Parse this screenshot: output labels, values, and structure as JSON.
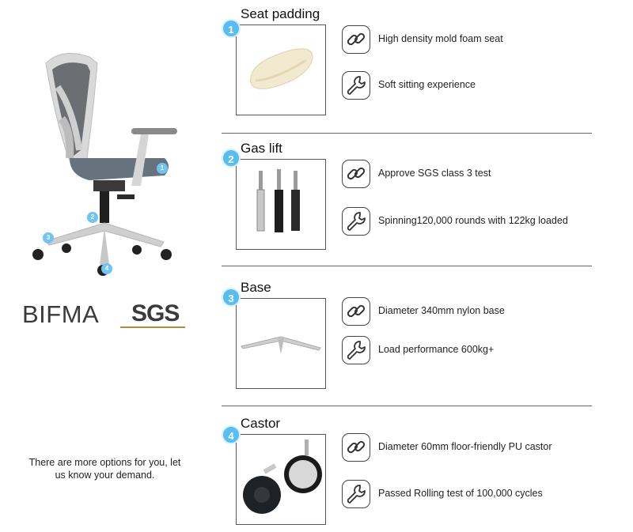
{
  "brand": {
    "certifications": [
      "BIFMA",
      "SGS"
    ],
    "note": "There are more options for you, let us know your demand."
  },
  "chair_callouts": [
    "1",
    "2",
    "3",
    "4"
  ],
  "sections": [
    {
      "number": "1",
      "title": "Seat padding",
      "features": [
        {
          "icon": "chain-link-icon",
          "text": "High density mold foam seat"
        },
        {
          "icon": "wrench-icon",
          "text": "Soft sitting experience"
        }
      ]
    },
    {
      "number": "2",
      "title": "Gas lift",
      "features": [
        {
          "icon": "chain-link-icon",
          "text": "Approve SGS class 3 test"
        },
        {
          "icon": "wrench-icon",
          "text": "Spinning120,000 rounds with 122kg loaded"
        }
      ]
    },
    {
      "number": "3",
      "title": "Base",
      "features": [
        {
          "icon": "chain-link-icon",
          "text": "Diameter 340mm nylon base"
        },
        {
          "icon": "wrench-icon",
          "text": "Load performance 600kg+"
        }
      ]
    },
    {
      "number": "4",
      "title": "Castor",
      "features": [
        {
          "icon": "chain-link-icon",
          "text": "Diameter 60mm floor-friendly PU castor"
        },
        {
          "icon": "wrench-icon",
          "text": "Passed Rolling test of 100,000 cycles"
        }
      ]
    }
  ],
  "colors": {
    "accent": "#58bdf0",
    "logo_gold": "#b38a3c",
    "divider": "#666666"
  }
}
